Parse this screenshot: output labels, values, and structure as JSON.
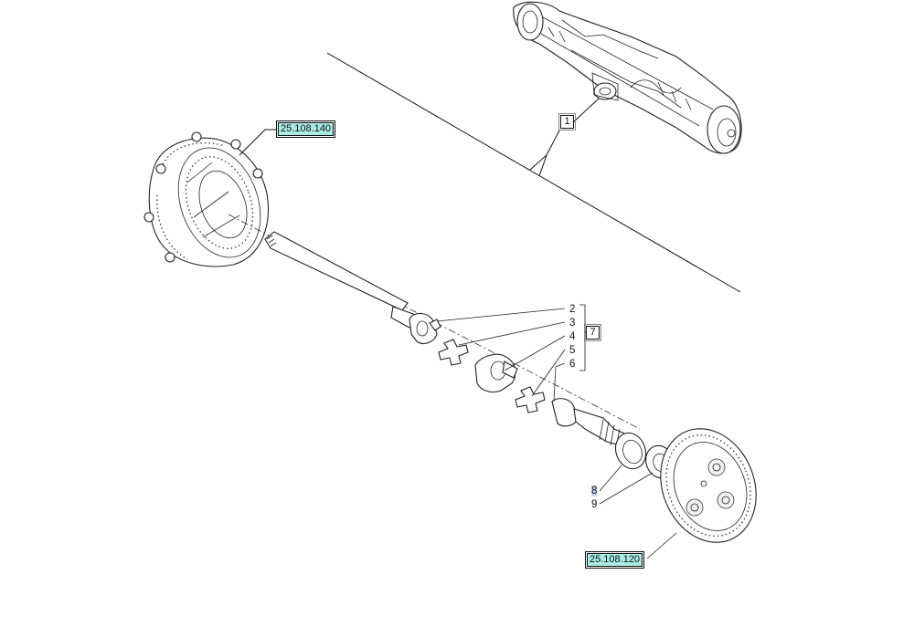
{
  "diagram": {
    "refs": [
      "25.108.140",
      "25.108.120"
    ],
    "group_labels": [
      "1",
      "7"
    ],
    "callouts": [
      "2",
      "3",
      "4",
      "5",
      "6",
      "8",
      "9"
    ],
    "highlighted_callout": "8",
    "colors": {
      "ref_fill": "#a8ece4",
      "highlight": "#c9d3f6",
      "line": "#111111"
    }
  }
}
